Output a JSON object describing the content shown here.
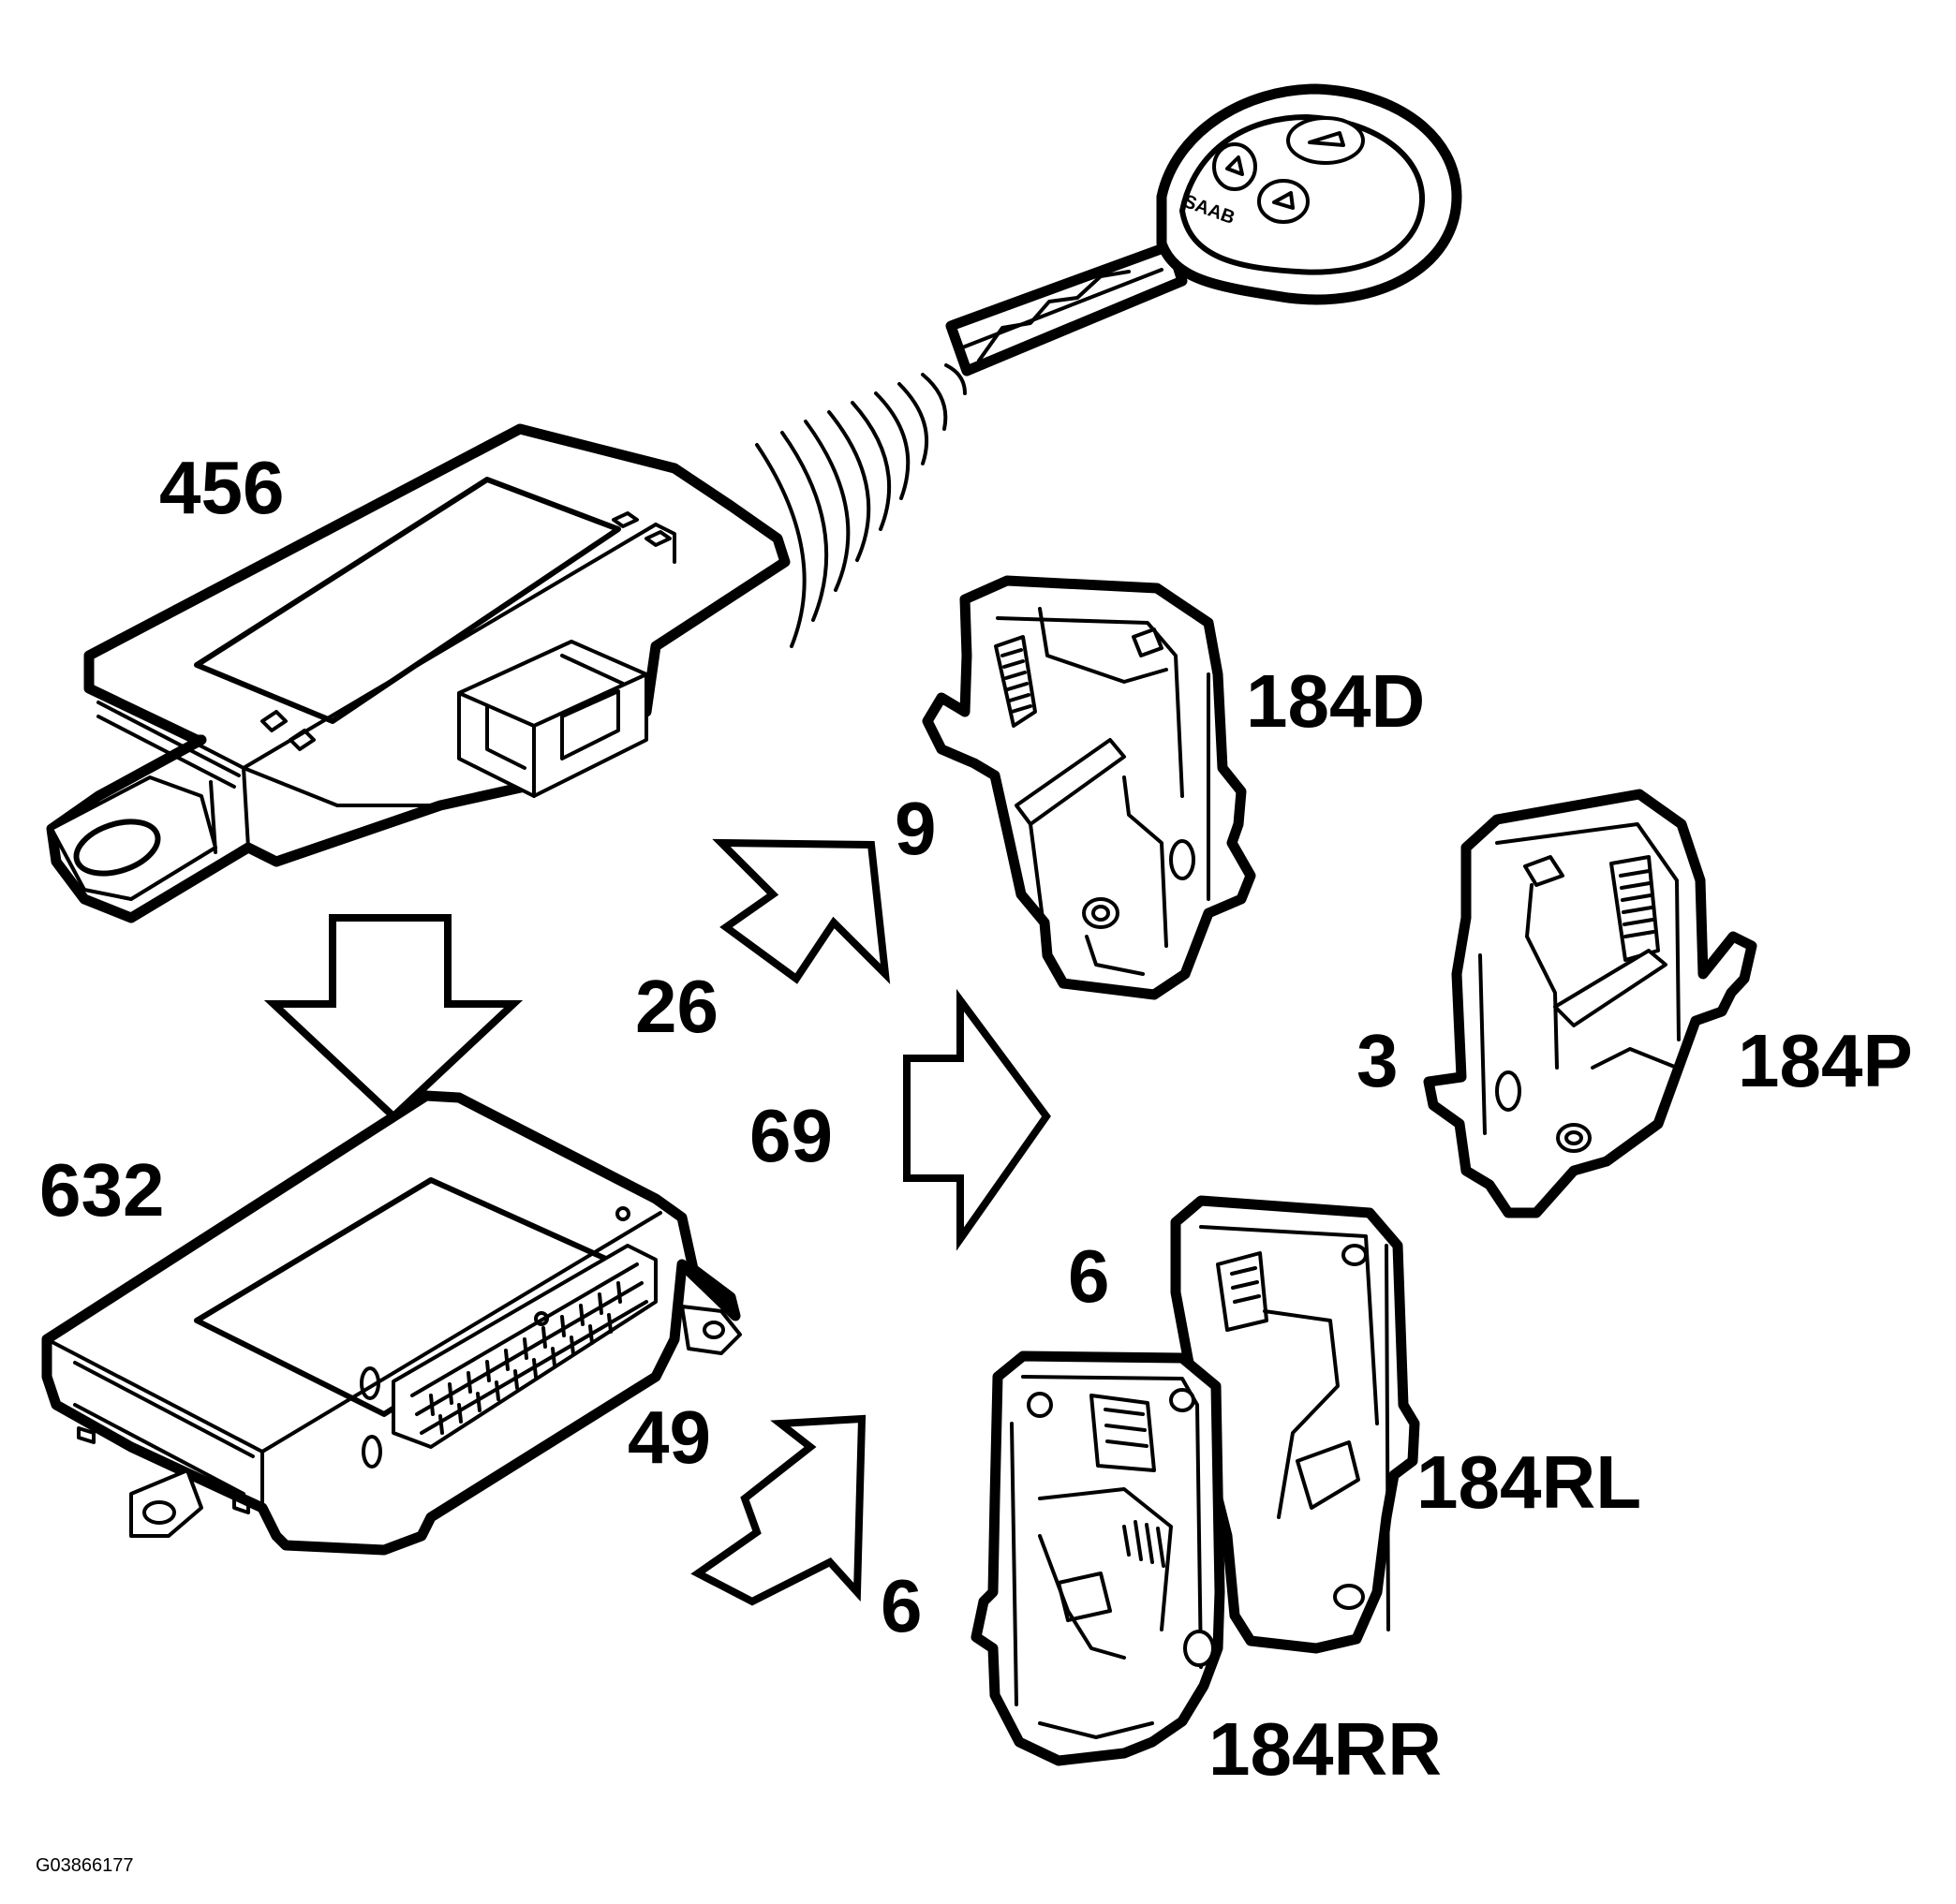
{
  "labels": {
    "ecu_456": "456",
    "ecu_632": "632",
    "lock_184d": "184D",
    "lock_184p": "184P",
    "lock_184rl": "184RL",
    "lock_184rr": "184RR",
    "conn_9": "9",
    "conn_3": "3",
    "conn_6_upper": "6",
    "conn_6_lower": "6",
    "link_26": "26",
    "link_69": "69",
    "link_49": "49"
  },
  "key_brand": "SAAB",
  "figure_code": "G03866177"
}
